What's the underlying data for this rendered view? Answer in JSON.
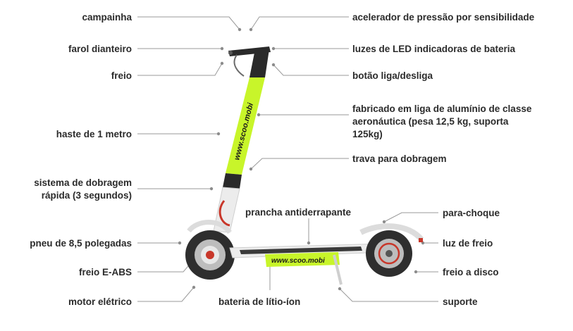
{
  "diagram": {
    "labels": {
      "campainha": "campainha",
      "farol": "farol dianteiro",
      "freio": "freio",
      "haste": "haste de 1 metro",
      "dobragem_1": "sistema de dobragem",
      "dobragem_2": "rápida (3 segundos)",
      "pneu": "pneu de 8,5 polegadas",
      "eabs": "freio E-ABS",
      "motor": "motor elétrico",
      "acelerador": "acelerador de pressão por sensibilidade",
      "luzes_led": "luzes de LED indicadoras de bateria",
      "botao": "botão liga/desliga",
      "fabricado_1": "fabricado em liga de alumínio de classe",
      "fabricado_2": "aeronáutica (pesa 12,5 kg, suporta",
      "fabricado_3": "125kg)",
      "trava": "trava para dobragem",
      "prancha": "prancha antiderrapante",
      "parachoque": "para-choque",
      "luz_freio": "luz de freio",
      "freio_disco": "freio a disco",
      "suporte": "suporte",
      "bateria": "bateria de lítio-íon"
    },
    "brand_stem": "www.scoo.mobi",
    "brand_deck": "www.scoo.mobi",
    "colors": {
      "accent": "#c8f52a",
      "frame": "#ececec",
      "tire": "#2e2e2e",
      "rim_accent": "#c8372a",
      "leader": "#9a9a9a",
      "text": "#2b2b2b"
    }
  }
}
